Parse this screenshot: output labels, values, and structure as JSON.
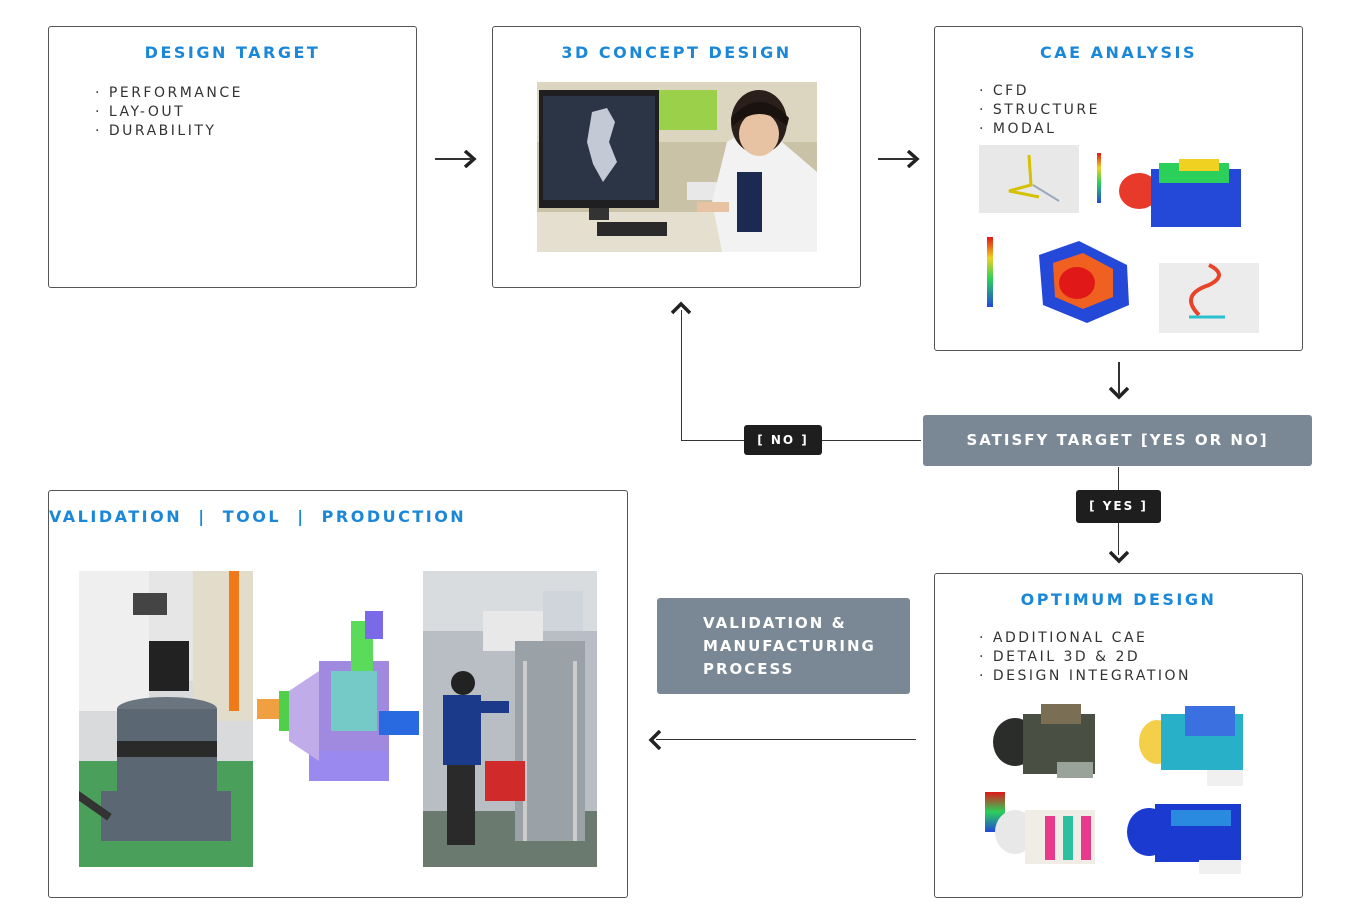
{
  "design_target": {
    "title": "DESIGN TARGET",
    "items": [
      "PERFORMANCE",
      "LAY-OUT",
      "DURABILITY"
    ]
  },
  "concept_design": {
    "title": "3D CONCEPT DESIGN"
  },
  "cae_analysis": {
    "title": "CAE ANALYSIS",
    "items": [
      "CFD",
      "STRUCTURE",
      "MODAL"
    ]
  },
  "decision": {
    "label": "SATISFY TARGET [YES OR NO]",
    "no_label": "[ NO ]",
    "yes_label": "[ YES ]"
  },
  "optimum_design": {
    "title": "OPTIMUM DESIGN",
    "items": [
      "ADDITIONAL CAE",
      "DETAIL 3D & 2D",
      "DESIGN INTEGRATION"
    ]
  },
  "validation_process": {
    "lines": [
      "VALIDATION &",
      "MANUFACTURING",
      "PROCESS"
    ]
  },
  "validation": {
    "title": "VALIDATION  |  TOOL  |  PRODUCTION"
  },
  "colors": {
    "accent": "#1a87d9",
    "gray_box": "#7a8794",
    "tag": "#1e1e1e"
  }
}
